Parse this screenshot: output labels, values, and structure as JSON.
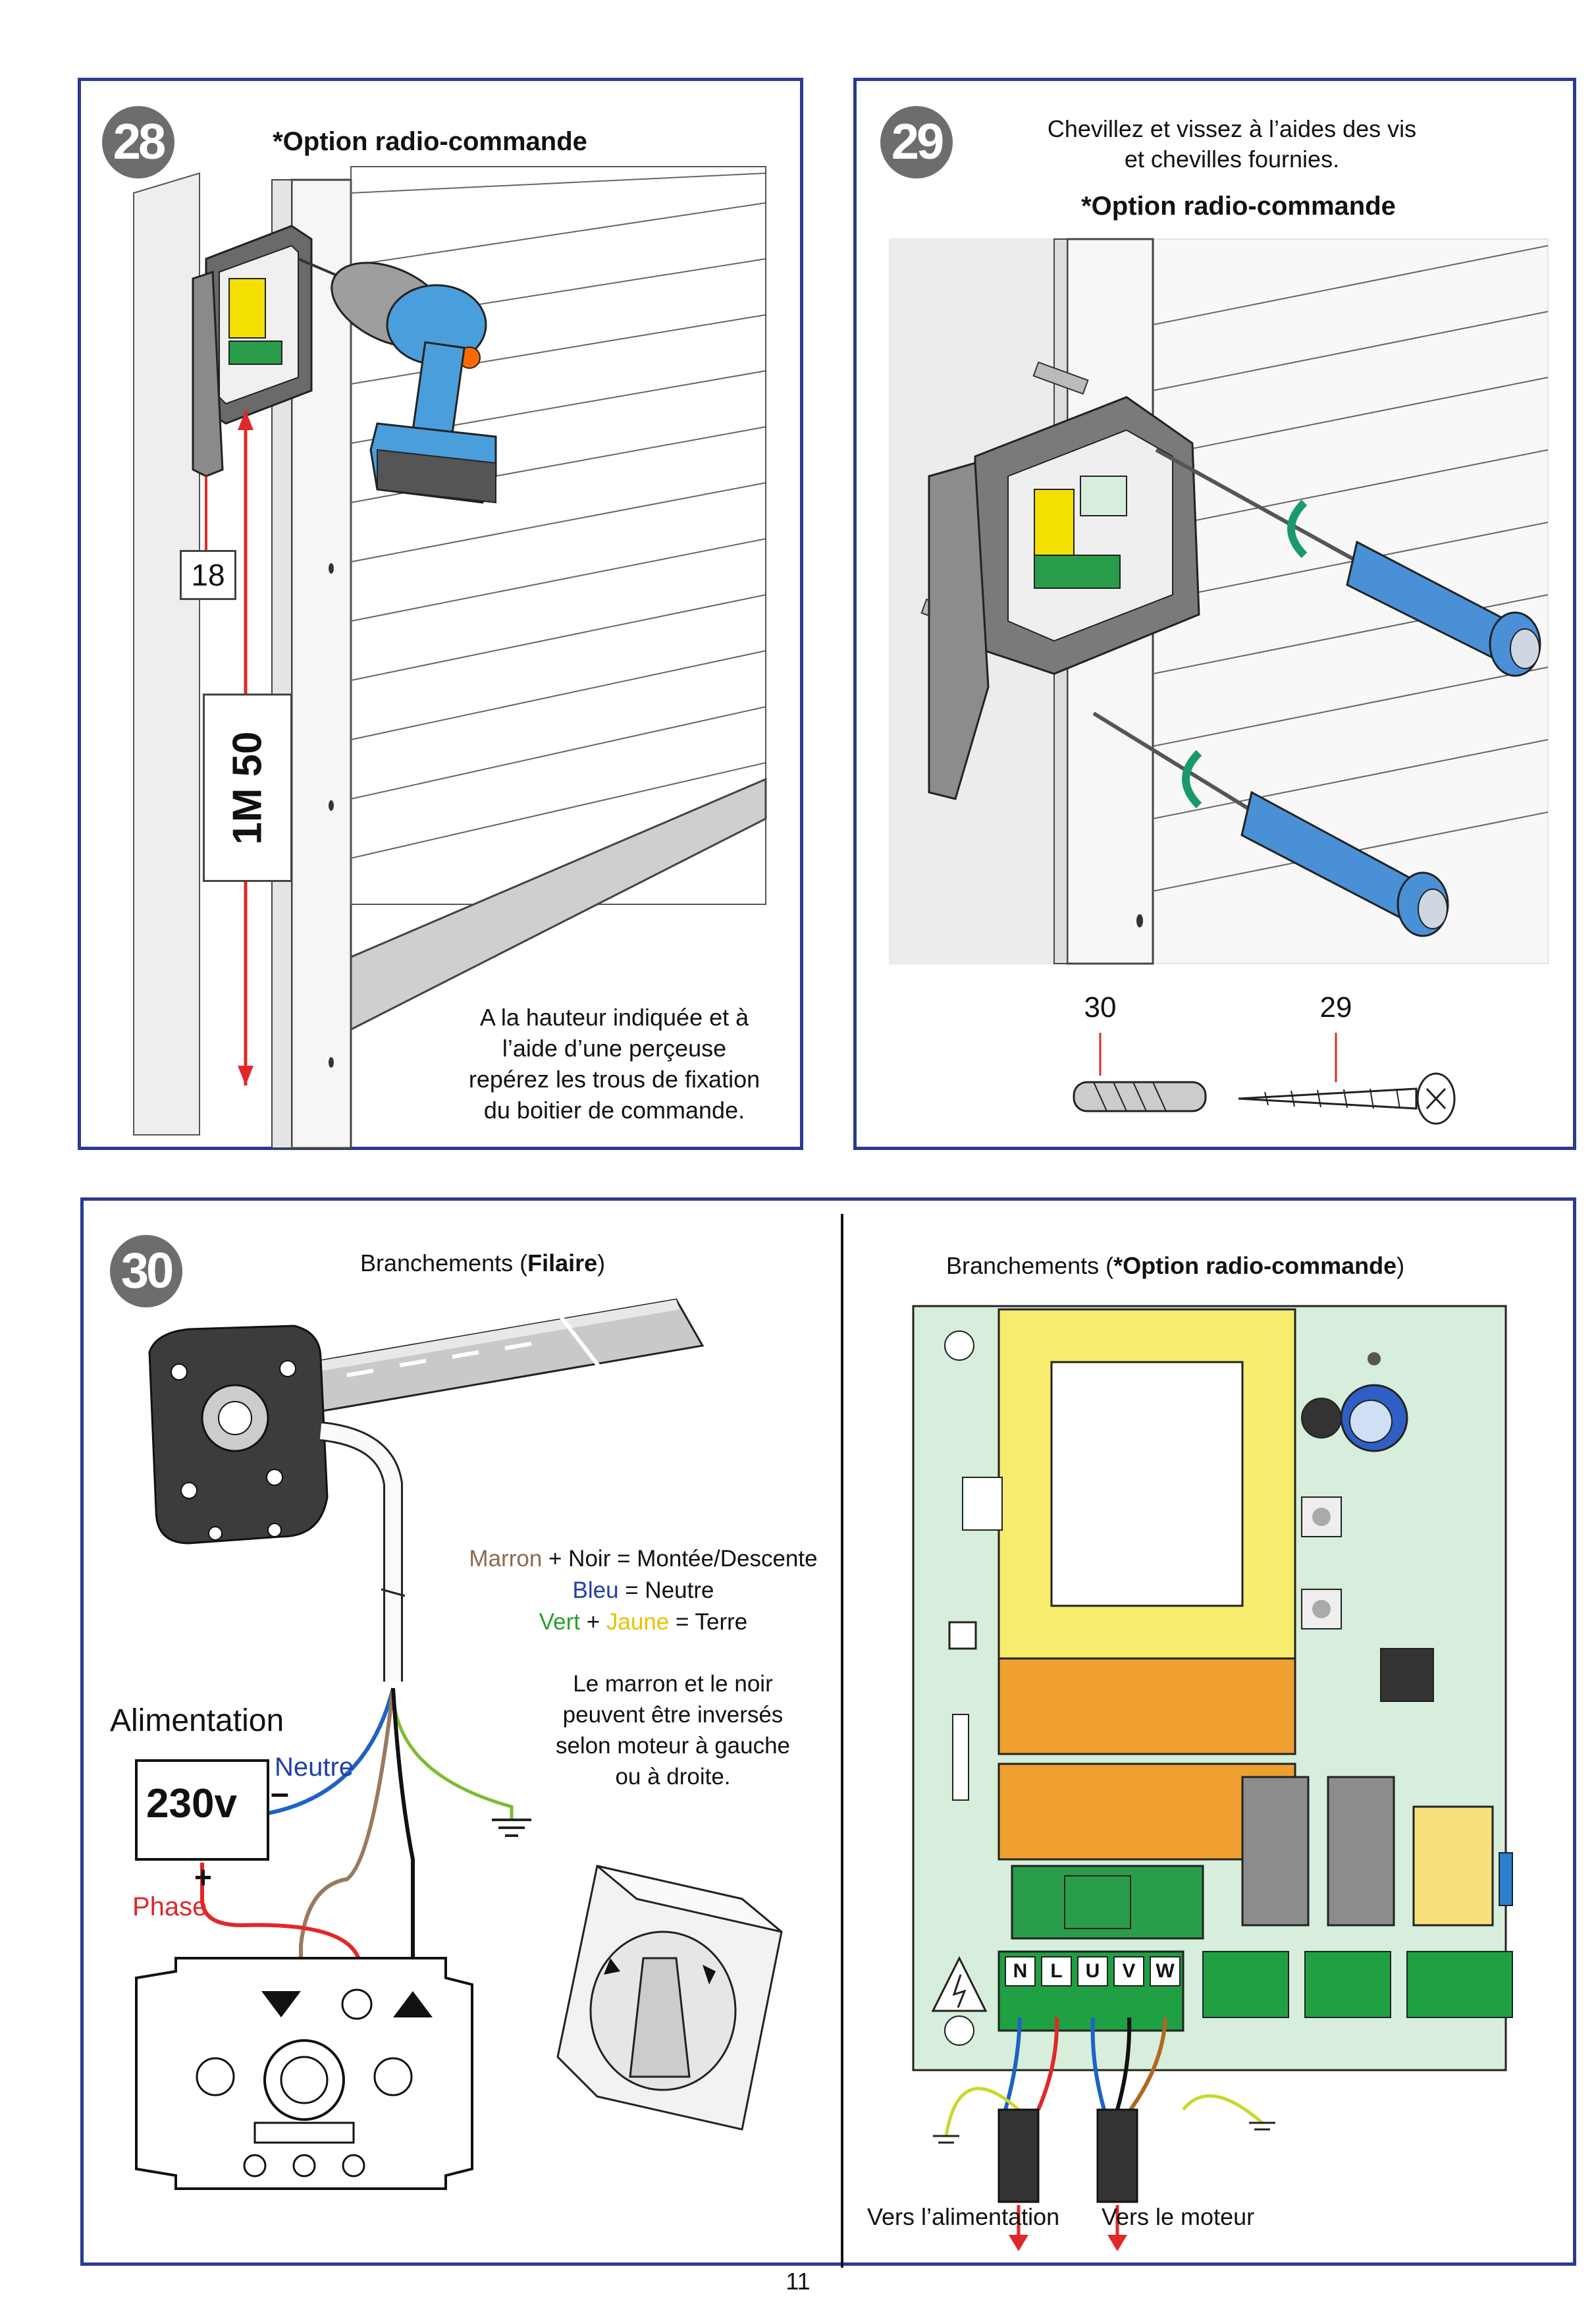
{
  "panel28": {
    "number": "28",
    "title": "*Option radio-commande",
    "dim_small": "18",
    "dim_large": "1M 50",
    "caption": [
      "A la hauteur indiquée et à",
      "l’aide d’une perçeuse",
      "repérez les trous de fixation",
      "du boitier de commande."
    ]
  },
  "panel29": {
    "number": "29",
    "instruction_line1": "Chevillez et vissez à l’aides des vis",
    "instruction_line2": "et chevilles fournies.",
    "title": "*Option radio-commande",
    "part_anchor_label": "30",
    "part_screw_label": "29"
  },
  "panel30": {
    "number": "30",
    "left_title_prefix": "Branchements (",
    "left_title_bold": "Filaire",
    "left_title_suffix": ")",
    "right_title_prefix": "Branchements (",
    "right_title_bold": "*Option radio-commande",
    "right_title_suffix": ")",
    "legend": {
      "brown_word": "Marron",
      "line1_rest": " + Noir = Montée/Descente",
      "blue_word": "Bleu",
      "line2_rest": "  = Neutre",
      "green_word": "Vert",
      "plus": " + ",
      "yellow_word": "Jaune",
      "line3_rest": " = Terre"
    },
    "note": [
      "Le marron et le noir",
      "peuvent être inversés",
      "selon moteur à gauche",
      "ou à droite."
    ],
    "power_title": "Alimentation",
    "voltage": "230v",
    "neutral_label": "Neutre",
    "minus": "–",
    "plus": "+",
    "phase_label": "Phase",
    "terminals": [
      "N",
      "L",
      "U",
      "V",
      "W"
    ],
    "to_power": "Vers l’alimentation",
    "to_motor": "Vers le moteur"
  },
  "page_number": "11",
  "colors": {
    "frame": "#2a3b8f",
    "brown": "#8a6a52",
    "blue": "#1f3fa8",
    "green": "#2aa02a",
    "yellow": "#e8c200",
    "red": "#e02828",
    "board": "#d6eedb",
    "transformer": "#f7ec6e",
    "relay": "#f0a030"
  }
}
